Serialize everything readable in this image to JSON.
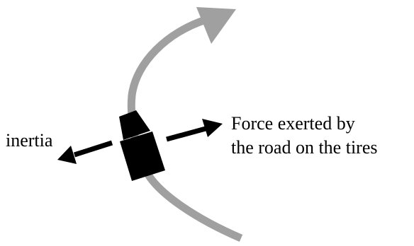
{
  "labels": {
    "inertia": "inertia",
    "force_line1": "Force exerted by",
    "force_line2": "the road on the tires"
  },
  "colors": {
    "path": "#a0a0a0",
    "car": "#000000",
    "arrows": "#000000",
    "text": "#000000"
  },
  "icons": {
    "path_arrowhead": "triangle-arrowhead",
    "car": "car-top-view",
    "force_arrow": "right-arrow",
    "inertia_arrow": "left-arrow"
  }
}
